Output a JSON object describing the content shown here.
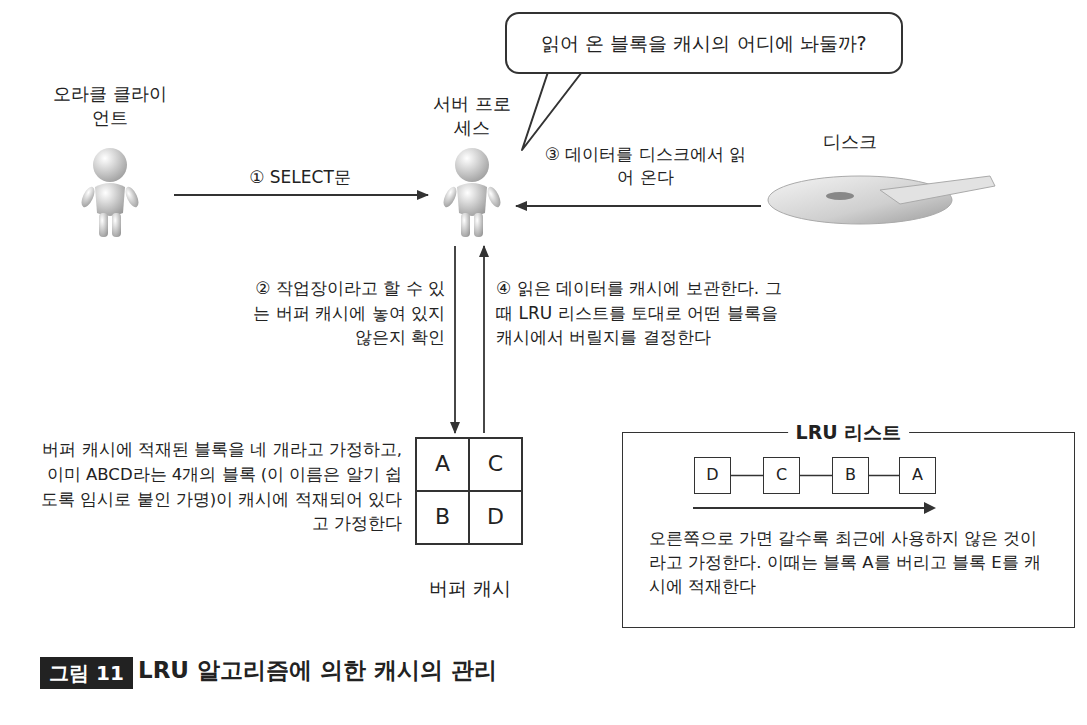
{
  "diagram": {
    "caption": "LRU 알고리즘에 의한 캐시의 관리",
    "nodes": [
      {
        "text": [
          "읽어 온 블록을 캐시의 어디에 놔둘까?"
        ]
      },
      {
        "text": [
          "오라클 클라이언트"
        ]
      },
      {
        "text": [
          "서버 프로세스"
        ]
      },
      {
        "text": [
          "디스크"
        ]
      },
      {
        "text": [
          "버퍼 캐시"
        ]
      },
      {
        "text": [
          "A"
        ],
        "in": 4
      },
      {
        "text": [
          "C"
        ],
        "in": 4
      },
      {
        "text": [
          "B"
        ],
        "in": 4
      },
      {
        "text": [
          "D"
        ],
        "in": 4
      },
      {
        "text": [
          "LRU 리스트",
          "오른쪽으로 가면 갈수록 최근에 사용하지 않은 것이라고 가정한다. 이때는 블록 A를 버리고 블록 E를 캐시에 적재한다"
        ]
      },
      {
        "text": [
          "D"
        ],
        "in": 9
      },
      {
        "text": [
          "C"
        ],
        "in": 9
      },
      {
        "text": [
          "B"
        ],
        "in": 9
      },
      {
        "text": [
          "A"
        ],
        "in": 9
      }
    ],
    "edges": [
      {
        "from": 1,
        "to": 2,
        "arrow": "to",
        "label": "① SELECT문"
      },
      {
        "from": 3,
        "to": 2,
        "arrow": "to",
        "label": "③ 데이터를 디스크에서 읽어 온다"
      },
      {
        "from": 2,
        "to": 4,
        "arrow": "to",
        "label": "② 작업장이라고 할 수 있는 버퍼 캐시에 놓여 있지 않은지 확인"
      },
      {
        "from": 4,
        "to": 2,
        "arrow": "to",
        "label": "④ 읽은 데이터를 캐시에 보관한다. 그때 LRU 리스트를 토대로 어떤 블록을 캐시에서 버릴지를 결정한다"
      },
      {
        "from": 10,
        "to": 11,
        "arrow": "none"
      },
      {
        "from": 11,
        "to": 12,
        "arrow": "none"
      },
      {
        "from": 12,
        "to": 13,
        "arrow": "none"
      }
    ],
    "labels": [
      "버퍼 캐시에 적재된 블록을 네 개라고 가정하고, 이미 ABCD라는 4개의 블록 (이 이름은 알기 쉽도록 임시로 붙인 가명)이 캐시에 적재되어 있다고 가정한다",
      "그림 11"
    ]
  }
}
